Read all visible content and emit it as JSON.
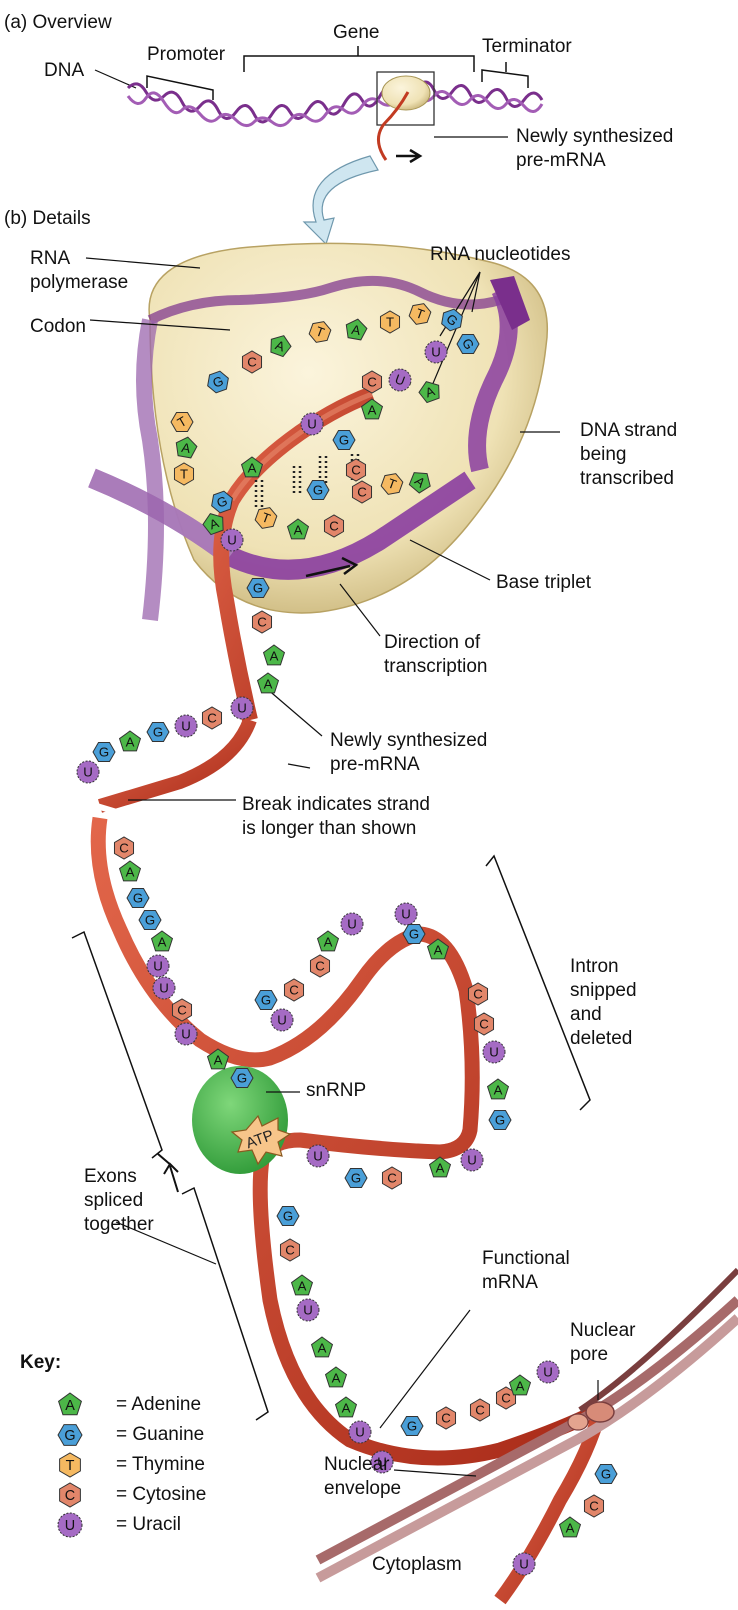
{
  "overview": {
    "panel_label": "(a)  Overview",
    "gene": "Gene",
    "promoter": "Promoter",
    "terminator": "Terminator",
    "dna": "DNA",
    "pre_mrna_line1": "Newly synthesized",
    "pre_mrna_line2": "pre-mRNA"
  },
  "details": {
    "panel_label": "(b)  Details",
    "rna_polymerase_line1": "RNA",
    "rna_polymerase_line2": "polymerase",
    "rna_nucleotides": "RNA nucleotides",
    "codon": "Codon",
    "dna_strand_line1": "DNA strand",
    "dna_strand_line2": "being",
    "dna_strand_line3": "transcribed",
    "base_triplet": "Base triplet",
    "direction_line1": "Direction of",
    "direction_line2": "transcription",
    "pre_mrna_line1": "Newly synthesized",
    "pre_mrna_line2": "pre-mRNA",
    "break_line1": "Break indicates strand",
    "break_line2": "is longer than shown",
    "intron_line1": "Intron",
    "intron_line2": "snipped",
    "intron_line3": "and",
    "intron_line4": "deleted",
    "snrnp": "snRNP",
    "atp": "ATP",
    "exons_line1": "Exons",
    "exons_line2": "spliced",
    "exons_line3": "together",
    "functional_line1": "Functional",
    "functional_line2": "mRNA",
    "nuclear_pore_line1": "Nuclear",
    "nuclear_pore_line2": "pore",
    "nuclear_envelope_line1": "Nuclear",
    "nuclear_envelope_line2": "envelope",
    "cytoplasm": "Cytoplasm"
  },
  "key": {
    "title": "Key:",
    "items": [
      {
        "letter": "A",
        "label": "= Adenine",
        "color": "#4cb748"
      },
      {
        "letter": "G",
        "label": "= Guanine",
        "color": "#4a9fd8"
      },
      {
        "letter": "T",
        "label": "= Thymine",
        "color": "#f5b961"
      },
      {
        "letter": "C",
        "label": "= Cytosine",
        "color": "#e2866a"
      },
      {
        "letter": "U",
        "label": "= Uracil",
        "color": "#a56bc4"
      }
    ]
  },
  "colors": {
    "dna": "#7a2f8c",
    "rna": "#c23b22",
    "polymerase": "#efe3b8",
    "snrnp": "#4cbf4f",
    "atp": "#f7c58a",
    "arrow": "#cfe6f0"
  }
}
